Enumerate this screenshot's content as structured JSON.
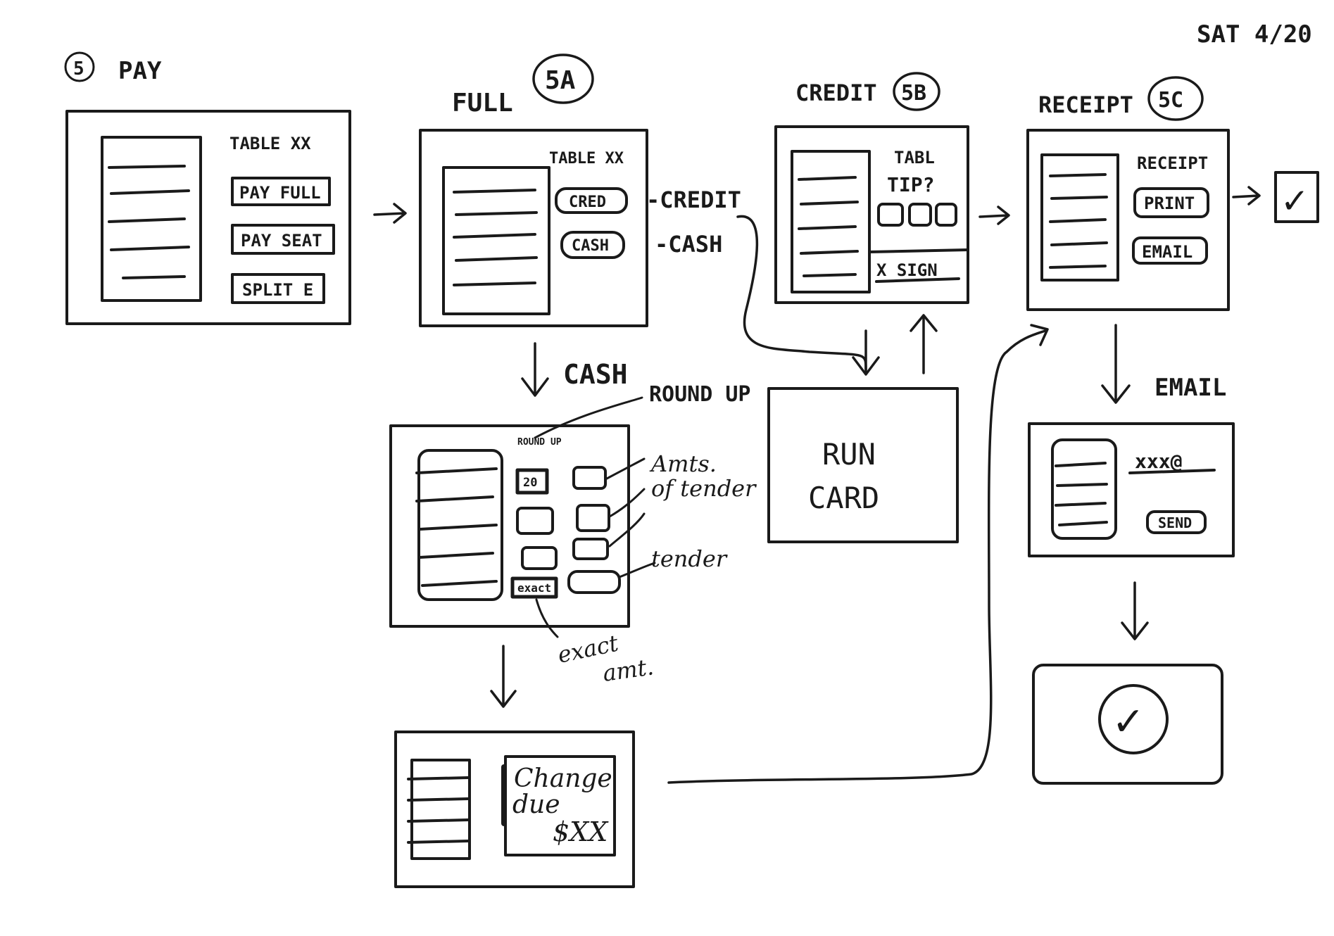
{
  "header": {
    "date": "SAT 4/20",
    "section_number": "5",
    "section_title": "PAY"
  },
  "screens": {
    "pay": {
      "table_label": "TABLE XX",
      "buttons": [
        "PAY FULL",
        "PAY SEAT",
        "SPLIT E"
      ]
    },
    "full": {
      "title": "FULL",
      "badge": "5A",
      "table_label": "TABLE XX",
      "buttons": [
        "CRED",
        "CASH"
      ],
      "credit_branch": "-CREDIT",
      "cash_branch": "-CASH"
    },
    "credit": {
      "title": "CREDIT",
      "badge": "5B",
      "table_label": "TABL",
      "tip_label": "TIP?",
      "sign_label": "X SIGN"
    },
    "receipt": {
      "title": "RECEIPT",
      "badge": "5C",
      "heading": "RECEIPT",
      "buttons": [
        "PRINT",
        "EMAIL"
      ]
    },
    "cash": {
      "title": "CASH",
      "round_up_small": "ROUND UP",
      "round_up_value": "20",
      "exact_button": "exact",
      "annotations": {
        "round_up": "ROUND UP",
        "amounts_line1": "Amts.",
        "amounts_line2": "of tender",
        "tender": "tender",
        "exact_line1": "exact",
        "exact_line2": "amt."
      }
    },
    "run_card": {
      "line1": "RUN",
      "line2": "CARD"
    },
    "change": {
      "line1": "Change",
      "line2": "due",
      "amount": "$XX"
    },
    "email": {
      "title": "EMAIL",
      "field": "xxx@",
      "send_button": "SEND"
    },
    "done": {
      "check_mark": "✓",
      "small_check_mark": "✓"
    }
  },
  "colors": {
    "ink": "#1a1a1a",
    "paper": "#ffffff"
  }
}
